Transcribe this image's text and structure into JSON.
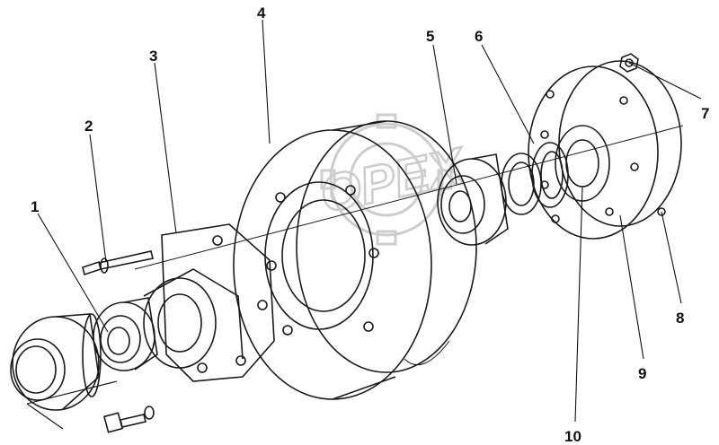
{
  "diagram": {
    "callouts": [
      {
        "id": "c1",
        "text": "1"
      },
      {
        "id": "c2",
        "text": "2"
      },
      {
        "id": "c3",
        "text": "3"
      },
      {
        "id": "c4",
        "text": "4"
      },
      {
        "id": "c5",
        "text": "5"
      },
      {
        "id": "c6",
        "text": "6"
      },
      {
        "id": "c7",
        "text": "7"
      },
      {
        "id": "c8",
        "text": "8"
      },
      {
        "id": "c9",
        "text": "9"
      },
      {
        "id": "c10",
        "text": "10"
      }
    ],
    "watermark": {
      "text": "OPEX"
    },
    "colors": {
      "ink": "#1a1a1a",
      "watermark": "#c8c8c8",
      "paper": "#ffffff"
    }
  }
}
